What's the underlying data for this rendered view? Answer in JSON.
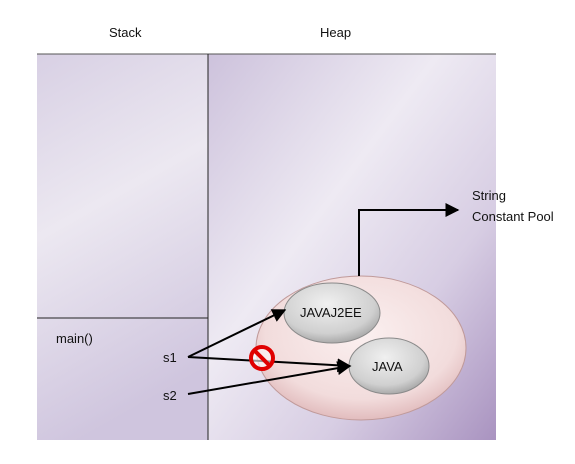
{
  "diagram": {
    "stack_label": "Stack",
    "heap_label": "Heap",
    "pool_label_line1": "String",
    "pool_label_line2": "Constant Pool",
    "method_label": "main()",
    "var_s1": "s1",
    "var_s2": "s2",
    "object_javaj2ee": "JAVAJ2EE",
    "object_java": "JAVA",
    "broken_reference_icon": "prohibited-icon",
    "colors": {
      "pool_fill": "#f2dcdc",
      "pool_stroke": "#c09a9a",
      "object_fill": "#cfcfcf",
      "object_stroke": "#8a8a8a",
      "prohibited": "#e00000",
      "panel_stroke": "#444444",
      "arrow": "#000000"
    }
  }
}
